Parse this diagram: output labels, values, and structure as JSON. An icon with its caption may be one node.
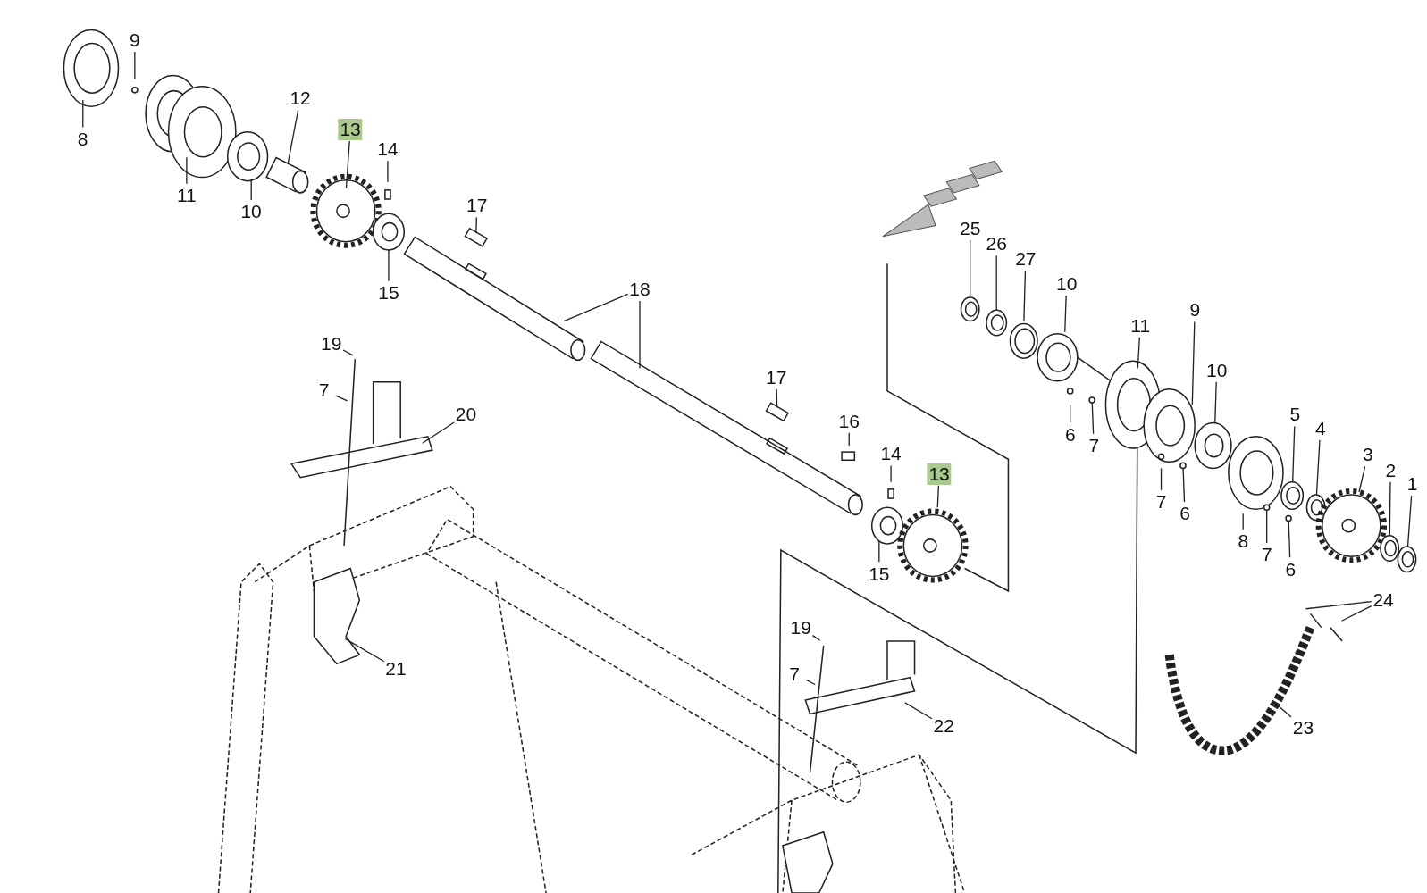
{
  "diagram": {
    "nodes": [
      {
        "text": [
          "9"
        ]
      },
      {
        "text": [
          "8"
        ]
      },
      {
        "text": [
          "12"
        ]
      },
      {
        "text": [
          "13"
        ]
      },
      {
        "text": [
          "14"
        ]
      },
      {
        "text": [
          "11"
        ]
      },
      {
        "text": [
          "10"
        ]
      },
      {
        "text": [
          "17"
        ]
      },
      {
        "text": [
          "15"
        ]
      },
      {
        "text": [
          "25"
        ]
      },
      {
        "text": [
          "26"
        ]
      },
      {
        "text": [
          "27"
        ]
      },
      {
        "text": [
          "18"
        ]
      },
      {
        "text": [
          "10"
        ]
      },
      {
        "text": [
          "9"
        ]
      },
      {
        "text": [
          "11"
        ]
      },
      {
        "text": [
          "19"
        ]
      },
      {
        "text": [
          "7"
        ]
      },
      {
        "text": [
          "10"
        ]
      },
      {
        "text": [
          "17"
        ]
      },
      {
        "text": [
          "20"
        ]
      },
      {
        "text": [
          "16"
        ]
      },
      {
        "text": [
          "5"
        ]
      },
      {
        "text": [
          "4"
        ]
      },
      {
        "text": [
          "6"
        ]
      },
      {
        "text": [
          "7"
        ]
      },
      {
        "text": [
          "14"
        ]
      },
      {
        "text": [
          "3"
        ]
      },
      {
        "text": [
          "13"
        ]
      },
      {
        "text": [
          "2"
        ]
      },
      {
        "text": [
          "1"
        ]
      },
      {
        "text": [
          "7"
        ]
      },
      {
        "text": [
          "6"
        ]
      },
      {
        "text": [
          "8"
        ]
      },
      {
        "text": [
          "7"
        ]
      },
      {
        "text": [
          "6"
        ]
      },
      {
        "text": [
          "15"
        ]
      },
      {
        "text": [
          "24"
        ]
      },
      {
        "text": [
          "21"
        ]
      },
      {
        "text": [
          "19"
        ]
      },
      {
        "text": [
          "7"
        ]
      },
      {
        "text": [
          "22"
        ]
      },
      {
        "text": [
          "23"
        ]
      },
      {
        "text": [],
        "shape": "box"
      },
      {
        "text": [],
        "shape": "box"
      },
      {
        "text": [],
        "shape": "circle"
      },
      {
        "text": [],
        "shape": "circle"
      },
      {
        "text": [],
        "shape": "circle"
      },
      {
        "text": [],
        "shape": "circle"
      },
      {
        "text": [],
        "shape": "circle"
      },
      {
        "text": [],
        "shape": "circle"
      },
      {
        "text": [],
        "shape": "circle"
      },
      {
        "text": [],
        "shape": "circle"
      },
      {
        "text": [],
        "shape": "circle"
      },
      {
        "text": [],
        "shape": "circle"
      },
      {
        "text": [],
        "shape": "circle"
      },
      {
        "text": [],
        "shape": "cylinder"
      }
    ],
    "edges": [
      {
        "from": 0,
        "to": null,
        "arrow": "none"
      },
      {
        "from": 1,
        "to": null,
        "arrow": "none"
      },
      {
        "from": 2,
        "to": 56,
        "arrow": "none"
      },
      {
        "from": 3,
        "to": null,
        "arrow": "none"
      },
      {
        "from": 4,
        "to": null,
        "arrow": "none"
      },
      {
        "from": 5,
        "to": null,
        "arrow": "none"
      },
      {
        "from": 6,
        "to": null,
        "arrow": "none"
      },
      {
        "from": 7,
        "to": 43,
        "arrow": "none"
      },
      {
        "from": 8,
        "to": null,
        "arrow": "none"
      },
      {
        "from": 9,
        "to": 45,
        "arrow": "none"
      },
      {
        "from": 10,
        "to": 46,
        "arrow": "none"
      },
      {
        "from": 11,
        "to": null,
        "arrow": "none"
      },
      {
        "from": 12,
        "to": null,
        "arrow": "none"
      },
      {
        "from": 12,
        "to": null,
        "arrow": "none"
      },
      {
        "from": 13,
        "to": null,
        "arrow": "none"
      },
      {
        "from": 14,
        "to": null,
        "arrow": "none"
      },
      {
        "from": 15,
        "to": null,
        "arrow": "none"
      },
      {
        "from": 16,
        "to": null,
        "arrow": "none"
      },
      {
        "from": 17,
        "to": null,
        "arrow": "none"
      },
      {
        "from": 18,
        "to": null,
        "arrow": "none"
      },
      {
        "from": 19,
        "to": 44,
        "arrow": "none"
      },
      {
        "from": 20,
        "to": null,
        "arrow": "none"
      },
      {
        "from": 21,
        "to": null,
        "arrow": "none"
      },
      {
        "from": 22,
        "to": 51,
        "arrow": "none"
      },
      {
        "from": 23,
        "to": 52,
        "arrow": "none"
      },
      {
        "from": 24,
        "to": null,
        "arrow": "none"
      },
      {
        "from": 25,
        "to": 47,
        "arrow": "none"
      },
      {
        "from": 26,
        "to": null,
        "arrow": "none"
      },
      {
        "from": 27,
        "to": 53,
        "arrow": "none"
      },
      {
        "from": 28,
        "to": null,
        "arrow": "none"
      },
      {
        "from": 29,
        "to": 54,
        "arrow": "none"
      },
      {
        "from": 30,
        "to": 55,
        "arrow": "none"
      },
      {
        "from": 31,
        "to": null,
        "arrow": "none"
      },
      {
        "from": 32,
        "to": 48,
        "arrow": "none"
      },
      {
        "from": 33,
        "to": null,
        "arrow": "none"
      },
      {
        "from": 34,
        "to": 49,
        "arrow": "none"
      },
      {
        "from": 35,
        "to": 50,
        "arrow": "none"
      },
      {
        "from": 36,
        "to": null,
        "arrow": "none"
      },
      {
        "from": 37,
        "to": null,
        "arrow": "none"
      },
      {
        "from": 37,
        "to": null,
        "arrow": "none"
      },
      {
        "from": 38,
        "to": null,
        "arrow": "none"
      },
      {
        "from": 39,
        "to": null,
        "arrow": "none"
      },
      {
        "from": 40,
        "to": null,
        "arrow": "none"
      },
      {
        "from": 41,
        "to": null,
        "arrow": "none"
      },
      {
        "from": 42,
        "to": null,
        "arrow": "none"
      }
    ]
  }
}
